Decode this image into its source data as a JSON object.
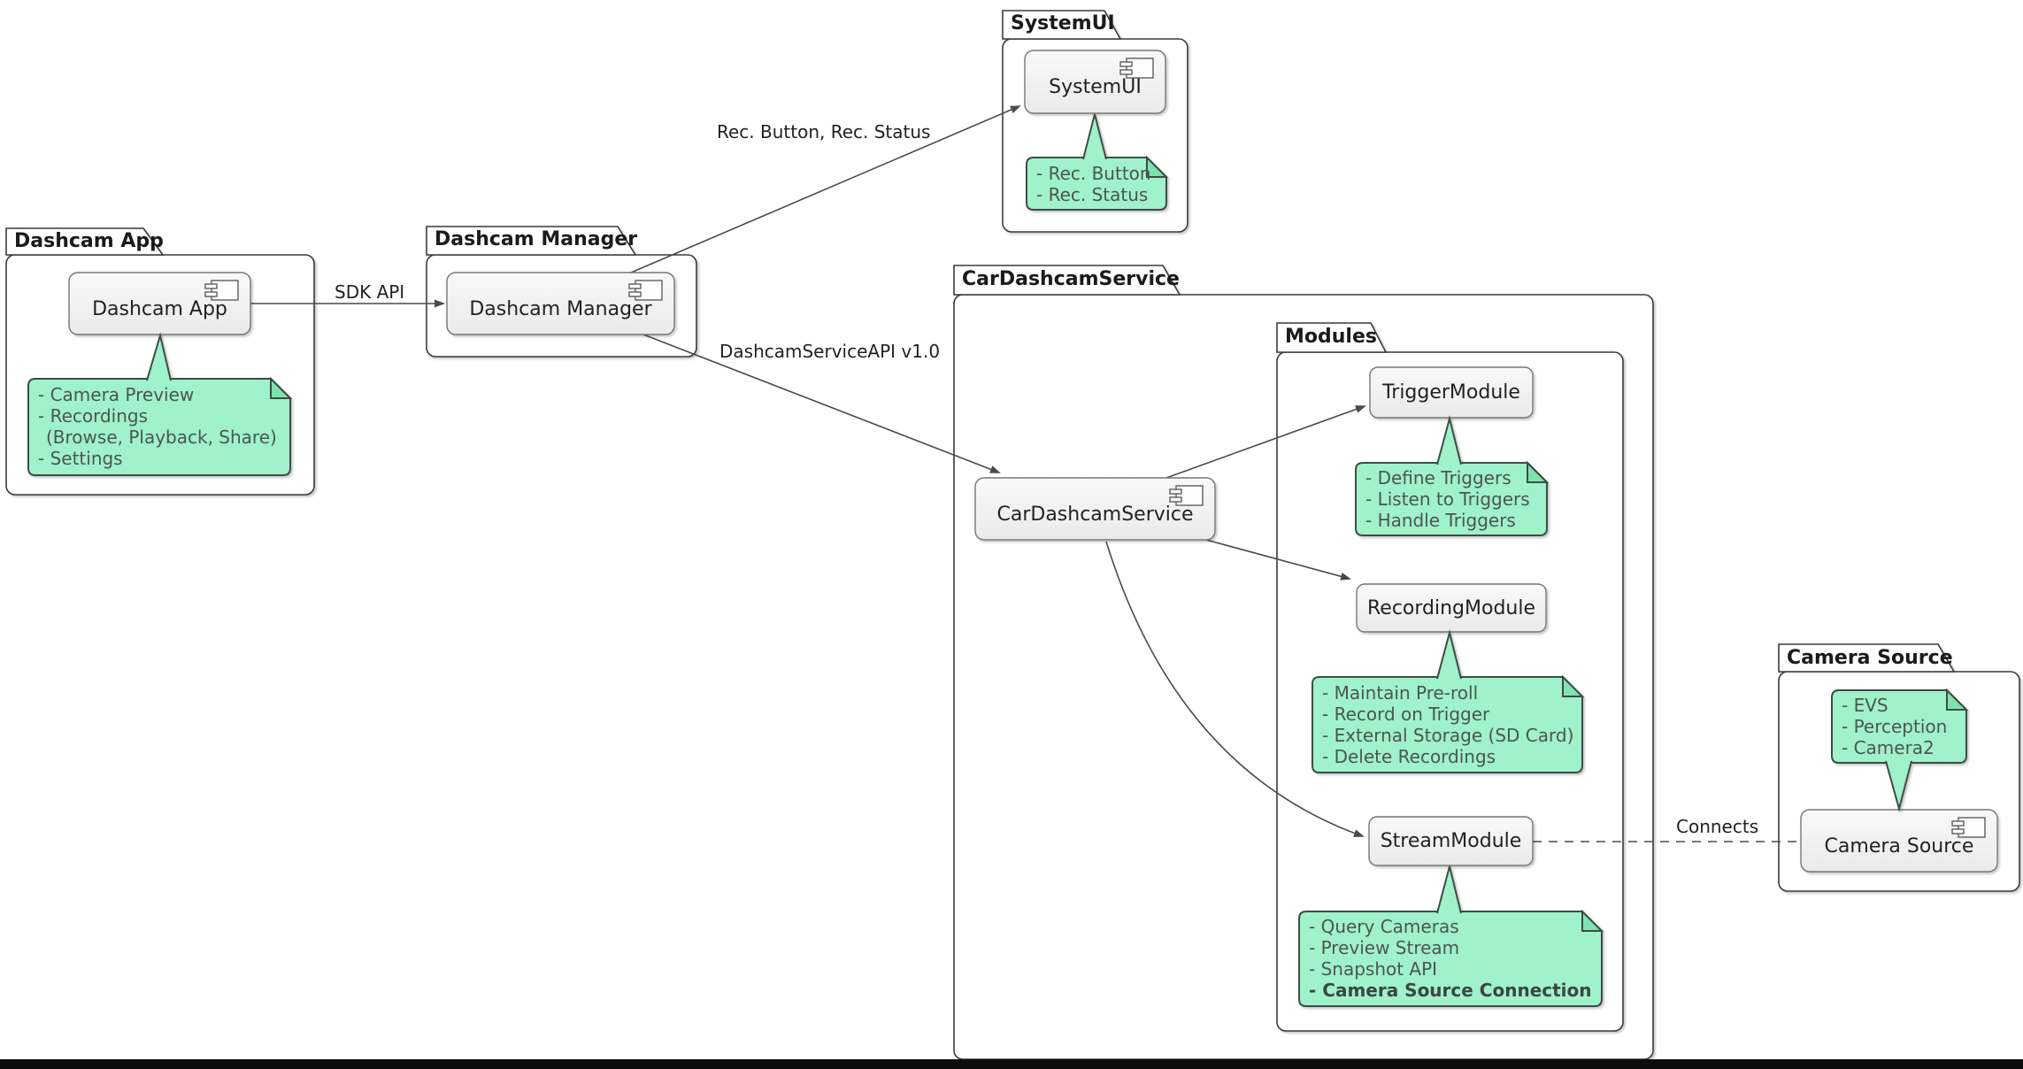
{
  "diagram_type": "uml-component-diagram",
  "packages": [
    {
      "title": "Dashcam App"
    },
    {
      "title": "Dashcam Manager"
    },
    {
      "title": "SystemUI"
    },
    {
      "title": "CarDashcamService"
    },
    {
      "title": "Modules"
    },
    {
      "title": "Camera Source"
    }
  ],
  "components": [
    {
      "label": "Dashcam App"
    },
    {
      "label": "Dashcam Manager"
    },
    {
      "label": "SystemUI"
    },
    {
      "label": "CarDashcamService"
    },
    {
      "label": "TriggerModule"
    },
    {
      "label": "RecordingModule"
    },
    {
      "label": "StreamModule"
    },
    {
      "label": "Camera Source"
    }
  ],
  "notes": [
    {
      "lines": [
        "- Camera Preview",
        "- Recordings",
        "(Browse, Playback, Share)",
        "- Settings"
      ]
    },
    {
      "lines": [
        "- Rec. Button",
        "- Rec. Status"
      ]
    },
    {
      "lines": [
        "- Define Triggers",
        "- Listen to Triggers",
        "- Handle Triggers"
      ]
    },
    {
      "lines": [
        "- Maintain Pre-roll",
        "- Record on Trigger",
        "- External Storage (SD Card)",
        "- Delete Recordings"
      ]
    },
    {
      "lines": [
        "- Query Cameras",
        "- Preview Stream",
        "- Snapshot API",
        "- Camera Source Connection"
      ]
    },
    {
      "lines": [
        "- EVS",
        "- Perception",
        "- Camera2"
      ]
    }
  ],
  "edge_labels": [
    {
      "label": "SDK API"
    },
    {
      "label": "Rec. Button, Rec. Status"
    },
    {
      "label": "DashcamServiceAPI v1.0"
    },
    {
      "label": "Connects"
    }
  ],
  "colors": {
    "background": "#FFFFFF",
    "note_fill": "#9FF2C9",
    "note_flap": "#7FE3AF",
    "note_border": "#3E4E44",
    "note_text": "#4C564F",
    "component_fill": "#F1F1F1",
    "component_border": "#767676",
    "package_border": "#3A3A3A",
    "edge_line": "#4A4A4A",
    "text": "#1B1B1B",
    "bottom_bar": "#0D0D0D"
  }
}
